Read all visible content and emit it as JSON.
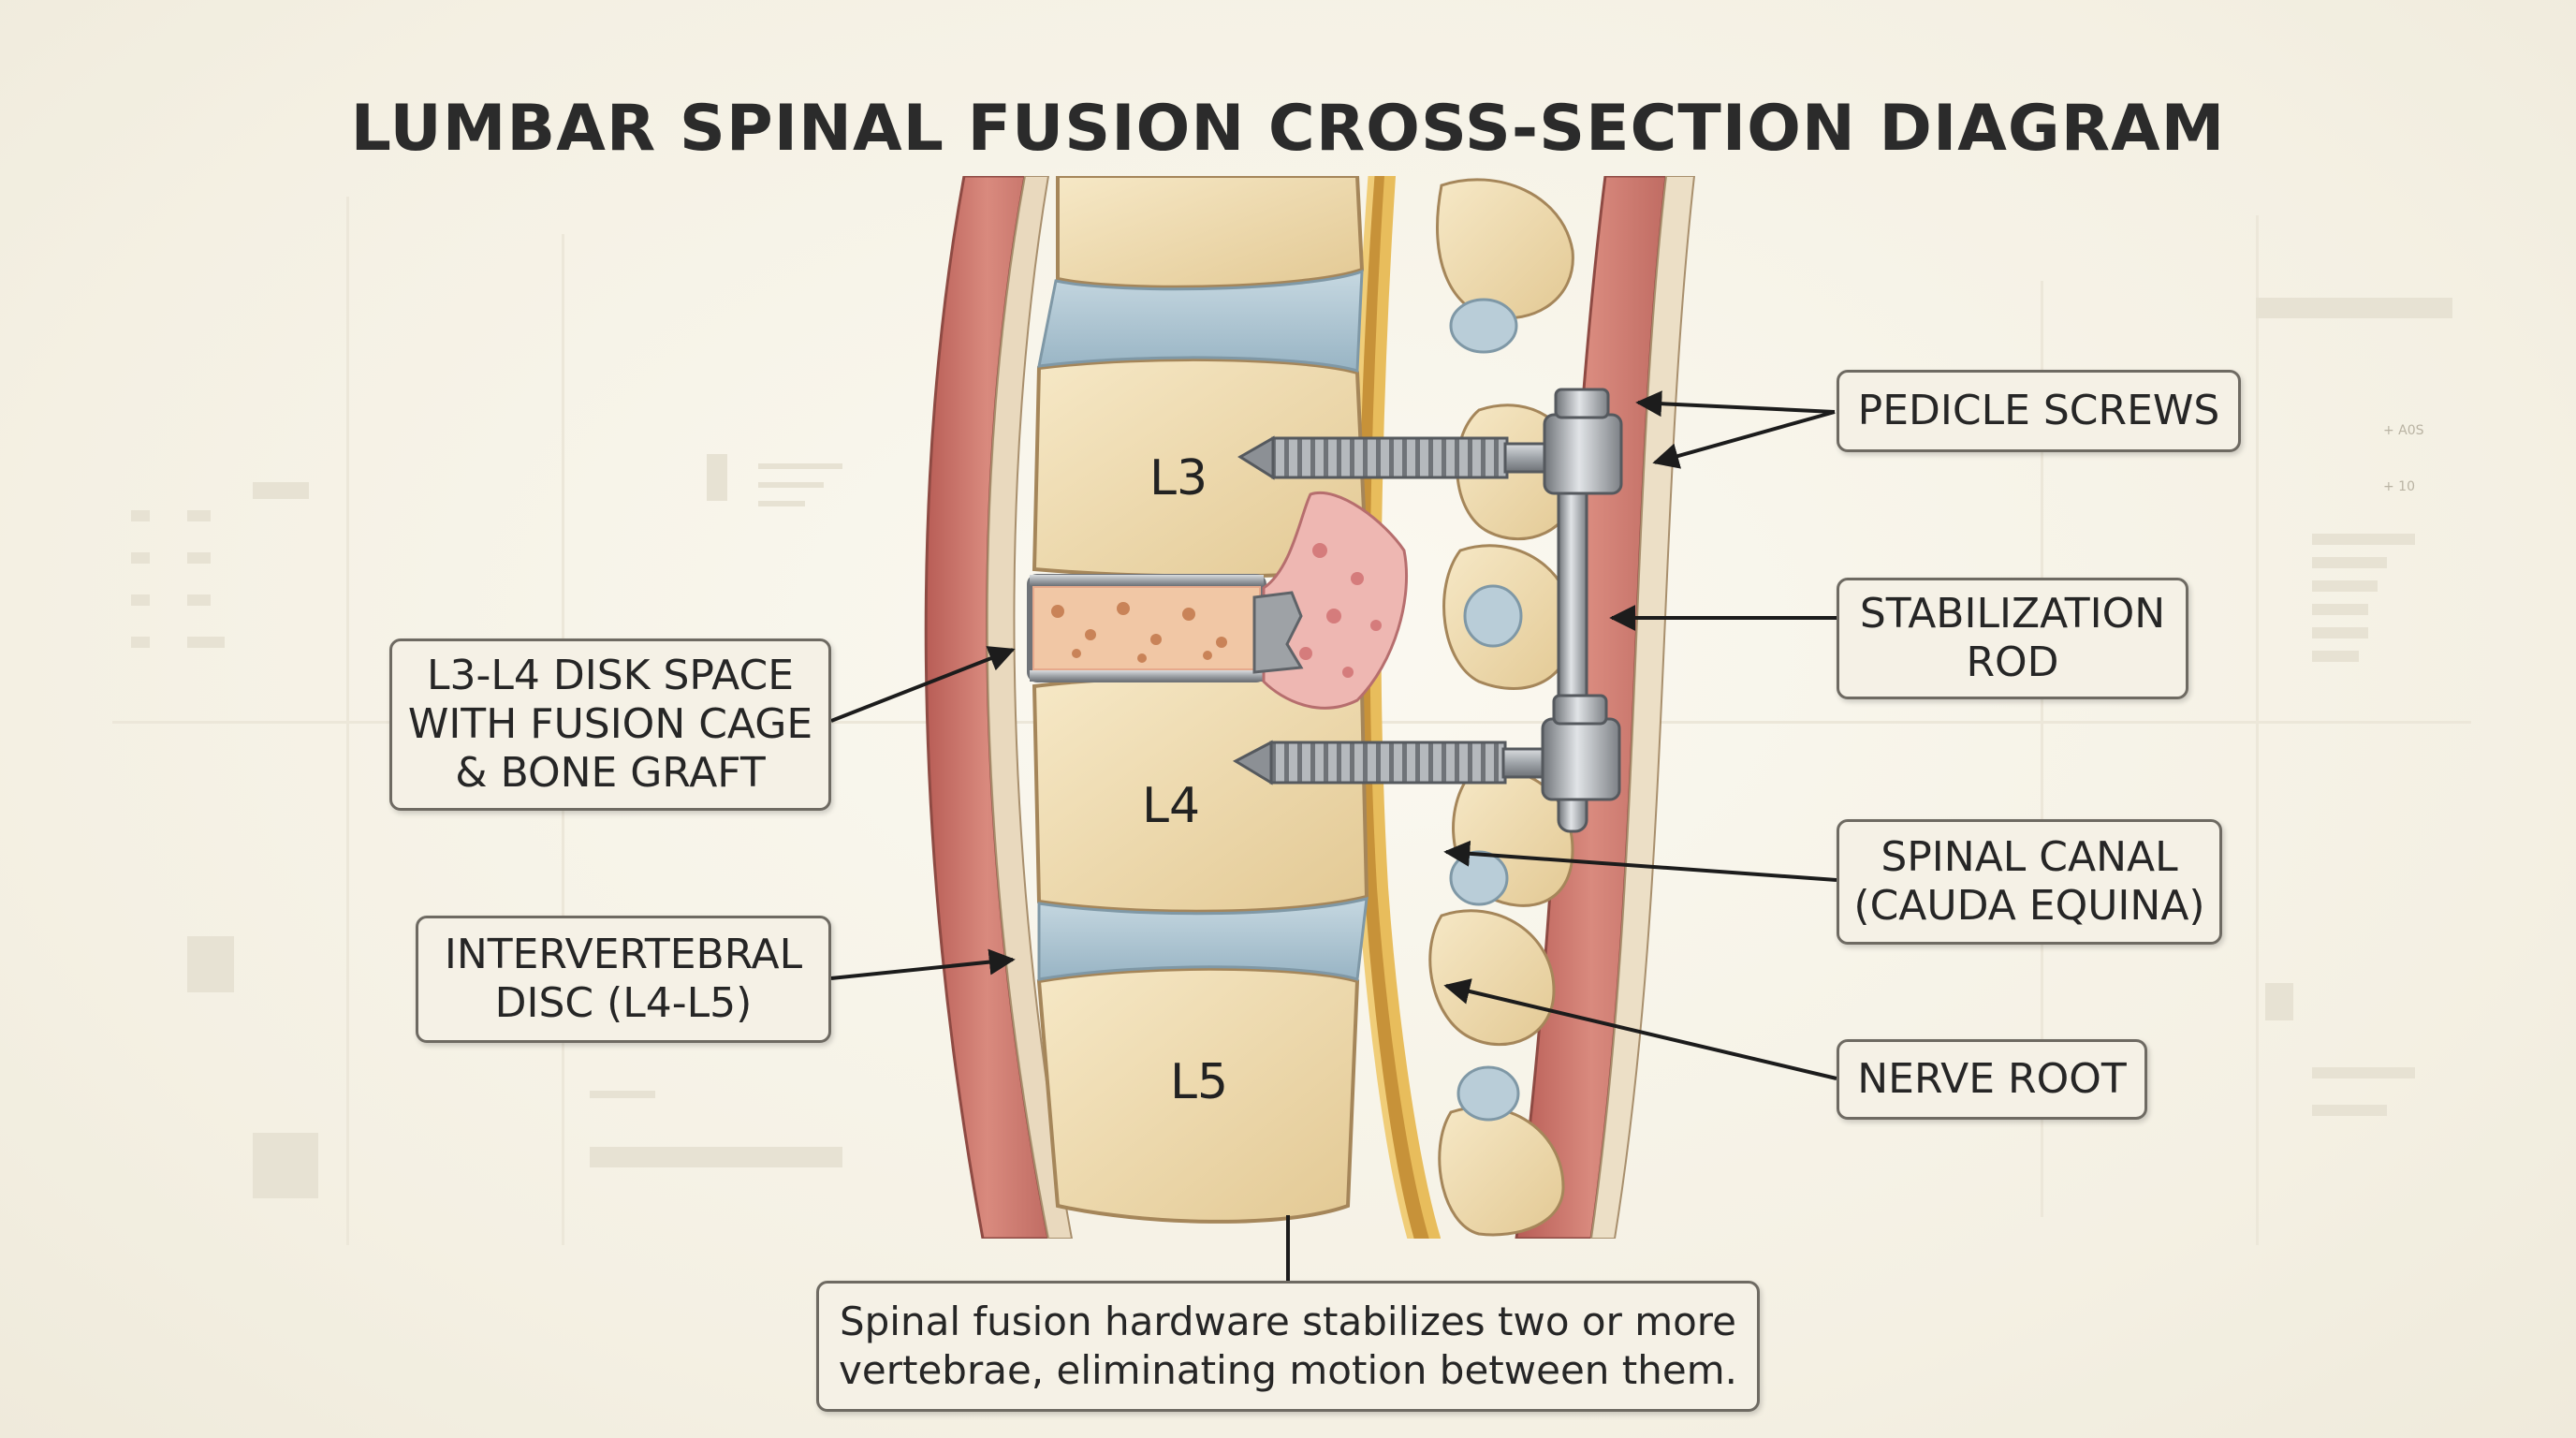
{
  "title": "LUMBAR SPINAL FUSION CROSS-SECTION DIAGRAM",
  "vertebrae": [
    "L3",
    "L4",
    "L5"
  ],
  "labels": {
    "pedicle_screws": [
      "PEDICLE SCREWS"
    ],
    "stabilization_rod": [
      "STABILIZATION",
      "ROD"
    ],
    "spinal_canal": [
      "SPINAL CANAL",
      "(CAUDA EQUINA)"
    ],
    "nerve_root": [
      "NERVE ROOT"
    ],
    "disk_space": [
      "L3-L4 DISK SPACE",
      "WITH FUSION CAGE",
      "& BONE GRAFT"
    ],
    "intervertebral_disc": [
      "INTERVERTEBRAL",
      "DISC (L4-L5)"
    ]
  },
  "caption": [
    "Spinal fusion hardware stabilizes two or more",
    "vertebrae, eliminating motion between them."
  ],
  "background_readouts": [
    "+ A0S",
    "+ 10"
  ],
  "colors": {
    "bone": "#efdcb2",
    "disc": "#a9c2d0",
    "muscle": "#cc7a6f",
    "metal": "#a9adb1",
    "nerve": "#e0b24f",
    "graft": "#e9a6a6"
  }
}
